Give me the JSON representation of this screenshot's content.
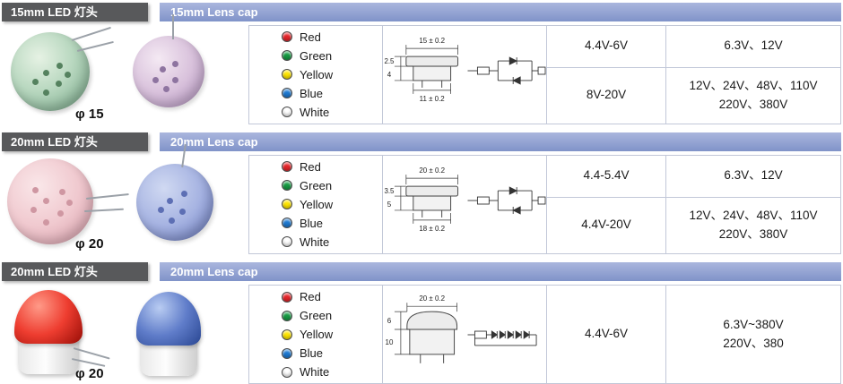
{
  "theme": {
    "badge_bg": "#58595b",
    "badge_text_color": "#ffffff",
    "bar_top": "#aab6de",
    "bar_bottom": "#8093c9",
    "table_border": "#c2c8d8"
  },
  "sections": [
    {
      "head_label": "15mm LED 灯头",
      "lens_label": "15mm Lens cap",
      "diameter_label": "φ 15",
      "colors": [
        {
          "name": "Red",
          "hex": "#e8252a"
        },
        {
          "name": "Green",
          "hex": "#169c43"
        },
        {
          "name": "Yellow",
          "hex": "#ffe600"
        },
        {
          "name": "Blue",
          "hex": "#1e7ad3"
        },
        {
          "name": "White",
          "hex": "#ffffff"
        }
      ],
      "dimensions": {
        "top_width": "15 ± 0.2",
        "upper_height": "2.5",
        "lower_height": "4",
        "bottom_width": "11 ± 0.2"
      },
      "voltage_rows": [
        {
          "range": "4.4V-6V",
          "values_line1": "6.3V、12V",
          "values_line2": ""
        },
        {
          "range": "8V-20V",
          "values_line1": "12V、24V、48V、110V",
          "values_line2": "220V、380V"
        }
      ]
    },
    {
      "head_label": "20mm LED 灯头",
      "lens_label": "20mm Lens cap",
      "diameter_label": "φ 20",
      "colors": [
        {
          "name": "Red",
          "hex": "#e8252a"
        },
        {
          "name": "Green",
          "hex": "#169c43"
        },
        {
          "name": "Yellow",
          "hex": "#ffe600"
        },
        {
          "name": "Blue",
          "hex": "#1e7ad3"
        },
        {
          "name": "White",
          "hex": "#ffffff"
        }
      ],
      "dimensions": {
        "top_width": "20 ± 0.2",
        "upper_height": "3.5",
        "lower_height": "5",
        "bottom_width": "18 ± 0.2"
      },
      "voltage_rows": [
        {
          "range": "4.4-5.4V",
          "values_line1": "6.3V、12V",
          "values_line2": ""
        },
        {
          "range": "4.4V-20V",
          "values_line1": "12V、24V、48V、110V",
          "values_line2": "220V、380V"
        }
      ]
    },
    {
      "head_label": "20mm LED 灯头",
      "lens_label": "20mm Lens cap",
      "diameter_label": "φ 20",
      "colors": [
        {
          "name": "Red",
          "hex": "#e8252a"
        },
        {
          "name": "Green",
          "hex": "#169c43"
        },
        {
          "name": "Yellow",
          "hex": "#ffe600"
        },
        {
          "name": "Blue",
          "hex": "#1e7ad3"
        },
        {
          "name": "White",
          "hex": "#ffffff"
        }
      ],
      "dimensions": {
        "top_width": "20 ± 0.2",
        "upper_height": "6",
        "lower_height": "10",
        "bottom_width": ""
      },
      "voltage_rows": [
        {
          "range": "4.4V-6V",
          "values_line1": "6.3V~380V",
          "values_line2": "220V、380"
        }
      ]
    }
  ]
}
